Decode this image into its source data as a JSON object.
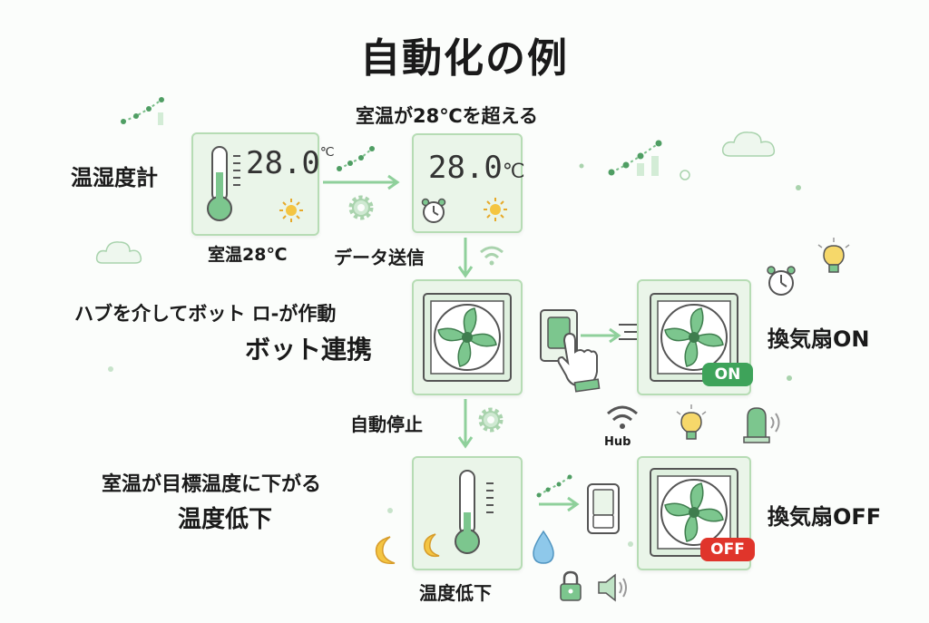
{
  "title": "自動化の例",
  "colors": {
    "accent": "#6fc083",
    "card_bg": "#eaf5e9",
    "card_border": "#b6dcb4",
    "on_badge": "#3ea35a",
    "off_badge": "#e0352b",
    "arrow": "#8fd09b"
  },
  "row1": {
    "sensor_label": "温湿度計",
    "card1_temp": "28.0",
    "card1_unit": "℃",
    "card1_caption": "室温28℃",
    "threshold_caption": "室温が28℃を超える",
    "card2_temp": "28.0",
    "card2_unit": "℃"
  },
  "row2": {
    "send_label": "データ送信",
    "bot_action_line": "ハブを介してボット ロ-が作動",
    "bot_link_label": "ボット連携",
    "fan_on_label": "換気扇ON",
    "on_badge": "ON",
    "hub_label": "Hub"
  },
  "row3": {
    "auto_stop_label": "自動停止",
    "drop_line1": "室温が目標温度に下がる",
    "drop_line2": "温度低下",
    "card_caption": "温度低下",
    "fan_off_label": "換気扇OFF",
    "off_badge": "OFF"
  }
}
